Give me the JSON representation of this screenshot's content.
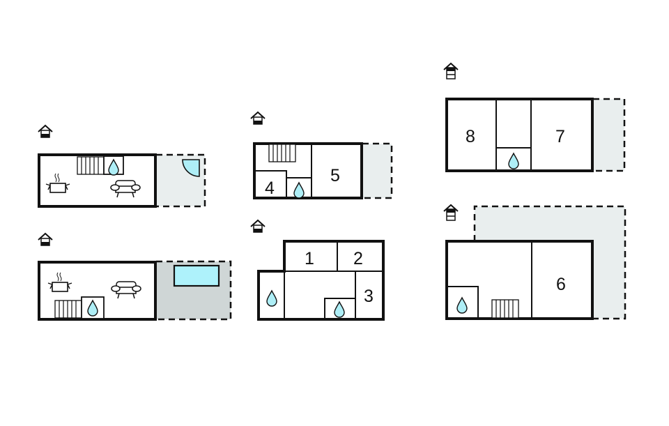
{
  "colors": {
    "wall": "#111111",
    "terrace_light": "#e9eeee",
    "terrace_dark": "#cfd6d6",
    "water": "#aeeef6",
    "pool": "#aef2fb"
  },
  "floors": [
    {
      "id": "A",
      "floor_icon": "floor-icon-ground",
      "rooms": [],
      "features": [
        "stairs",
        "bathroom",
        "kitchen",
        "living-room",
        "terrace",
        "door-swing"
      ]
    },
    {
      "id": "B",
      "floor_icon": "floor-icon-ground",
      "rooms": [],
      "features": [
        "kitchen",
        "living-room",
        "stairs",
        "bathroom",
        "terrace",
        "pool"
      ]
    },
    {
      "id": "C",
      "floor_icon": "floor-icon-ground",
      "rooms": [
        {
          "label": "4"
        },
        {
          "label": "5"
        }
      ],
      "features": [
        "stairs",
        "bathroom",
        "terrace"
      ]
    },
    {
      "id": "D",
      "floor_icon": "floor-icon-ground",
      "rooms": [
        {
          "label": "1"
        },
        {
          "label": "2"
        },
        {
          "label": "3"
        }
      ],
      "features": [
        "bathroom",
        "bathroom"
      ]
    },
    {
      "id": "E",
      "floor_icon": "floor-icon-upper",
      "rooms": [
        {
          "label": "8"
        },
        {
          "label": "7"
        }
      ],
      "features": [
        "bathroom",
        "terrace"
      ]
    },
    {
      "id": "F",
      "floor_icon": "floor-icon-upper",
      "rooms": [
        {
          "label": "6"
        }
      ],
      "features": [
        "bathroom",
        "stairs",
        "terrace"
      ]
    }
  ],
  "labels": {
    "r1": "1",
    "r2": "2",
    "r3": "3",
    "r4": "4",
    "r5": "5",
    "r6": "6",
    "r7": "7",
    "r8": "8"
  }
}
